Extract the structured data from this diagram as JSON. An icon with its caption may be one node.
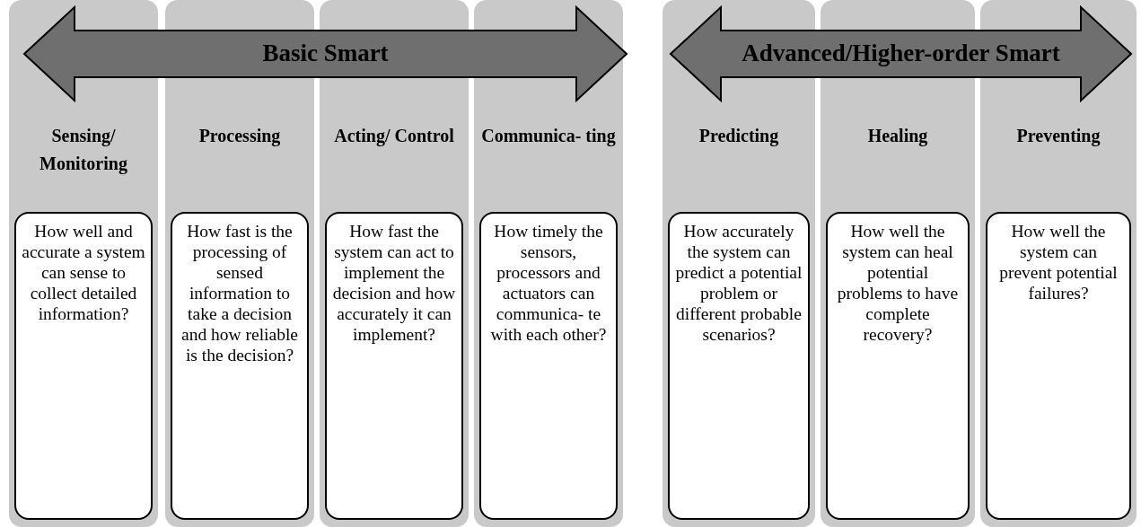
{
  "diagram": {
    "nodes": [
      {
        "text": [
          "Basic Smart"
        ]
      },
      {
        "text": [
          "Advanced/Higher-order Smart"
        ]
      },
      {
        "text": [
          "Sensing/ Monitoring"
        ]
      },
      {
        "text": [
          "How well and accurate a system can sense to collect detailed information?"
        ],
        "in": 2
      },
      {
        "text": [
          "Processing"
        ]
      },
      {
        "text": [
          "How fast is the processing of sensed information to take a decision and how reliable is the decision?"
        ],
        "in": 4
      },
      {
        "text": [
          "Acting/ Control"
        ]
      },
      {
        "text": [
          "How fast the system can act to implement the decision and how accurately it can implement?"
        ],
        "in": 6
      },
      {
        "text": [
          "Communica- ting"
        ]
      },
      {
        "text": [
          "How timely the sensors, processors and actuators can communica- te with each other?"
        ],
        "in": 8
      },
      {
        "text": [
          "Predicting"
        ]
      },
      {
        "text": [
          "How accurately the system can predict a potential problem or different probable scenarios?"
        ],
        "in": 10
      },
      {
        "text": [
          "Healing"
        ]
      },
      {
        "text": [
          "How well the system can heal potential problems to have complete recovery?"
        ],
        "in": 12
      },
      {
        "text": [
          "Preventing"
        ]
      },
      {
        "text": [
          "How well the system can prevent potential failures?"
        ],
        "in": 14
      }
    ]
  }
}
